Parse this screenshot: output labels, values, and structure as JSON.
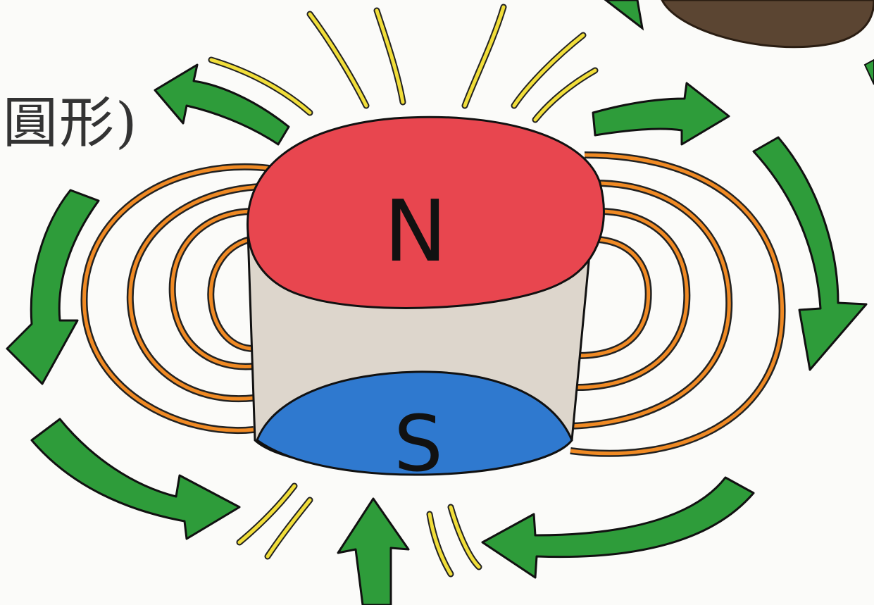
{
  "caption": "圓形)",
  "magnet": {
    "north_label": "N",
    "south_label": "S",
    "colors": {
      "north": "#e8464f",
      "south": "#2f79cf",
      "body": "#ddd6cc",
      "field_lines": "#f08a24",
      "rays": "#f1de3a",
      "arrows": "#2e9c3a",
      "outline": "#111111"
    }
  },
  "icons": [
    "field-arrow-icon",
    "field-line-icon",
    "ray-icon"
  ]
}
